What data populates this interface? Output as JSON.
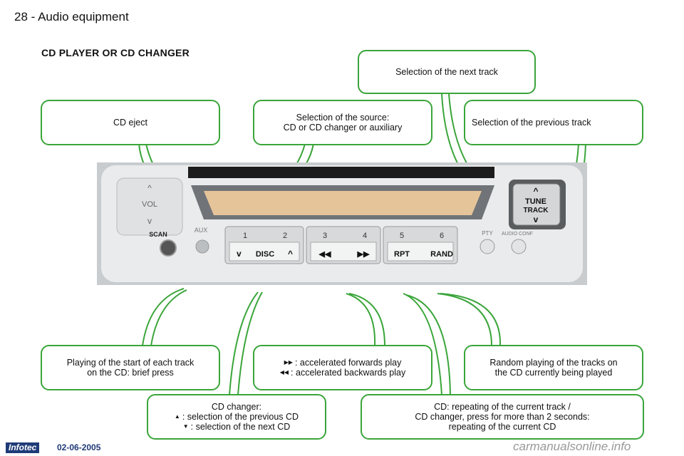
{
  "header": {
    "page_label": "28 - Audio equipment"
  },
  "section_title": "CD PLAYER OR CD CHANGER",
  "callouts": {
    "next_track": "Selection of the next track",
    "cd_eject": "CD eject",
    "source_line1": "Selection of the source:",
    "source_line2": "CD or CD changer or auxiliary",
    "prev_track": "Selection of the previous track",
    "scan_line1": "Playing of the start of each track",
    "scan_line2": "on the CD: brief press",
    "seek_fwd": ": accelerated forwards play",
    "seek_bwd": ": accelerated backwards play",
    "rand_line1": "Random playing of the tracks on",
    "rand_line2": "the CD currently being played",
    "disc_line1": "CD changer:",
    "disc_line2": ": selection of the previous CD",
    "disc_line3": ": selection of the next CD",
    "rpt_line1": "CD: repeating of the current track /",
    "rpt_line2": "CD changer, press for more than 2 seconds:",
    "rpt_line3": "repeating of the current CD"
  },
  "radio": {
    "vol": "VOL",
    "scan": "SCAN",
    "aux": "AUX",
    "tune": "TUNE",
    "track": "TRACK",
    "pty": "PTY",
    "audio_conf": "AUDIO CONF",
    "disc": "DISC",
    "rpt": "RPT",
    "rand": "RAND",
    "preset_numbers": [
      "1",
      "2",
      "3",
      "4",
      "5",
      "6"
    ]
  },
  "footer": {
    "brand": "Infotec",
    "date": "02-06-2005"
  },
  "watermark": "carmanualsonline.info",
  "colors": {
    "callout_border": "#3aa53a",
    "display": "#e6c49a",
    "brand_blue": "#1f3b78"
  },
  "icons": [
    "up-arrow-icon",
    "down-arrow-icon",
    "fast-forward-icon",
    "rewind-icon"
  ]
}
